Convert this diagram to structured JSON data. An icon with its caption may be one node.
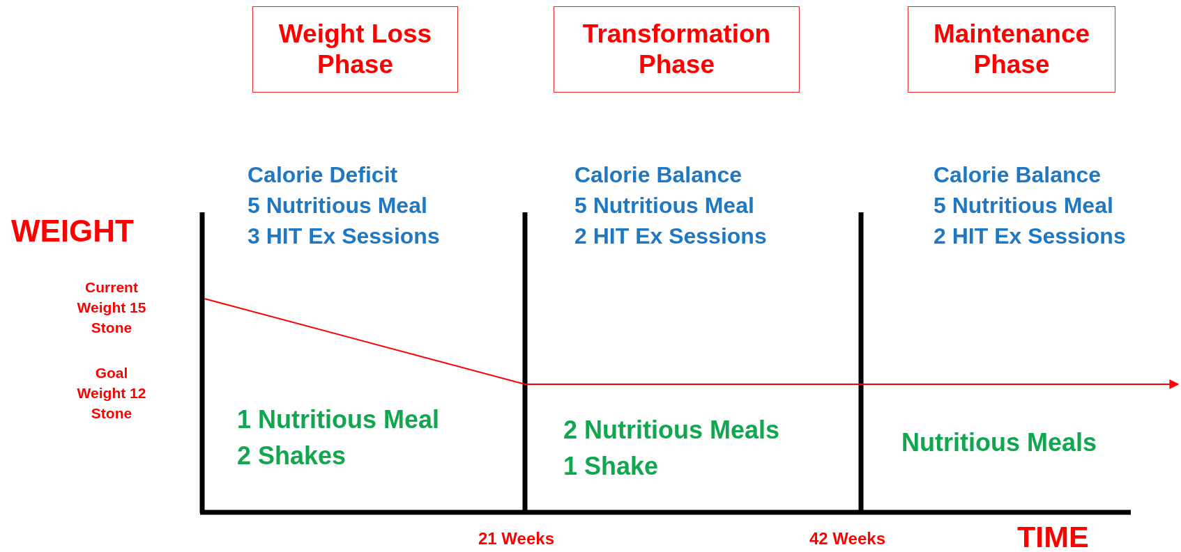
{
  "diagram": {
    "nodes": [
      {
        "text": [
          "Weight Loss Phase"
        ]
      },
      {
        "text": [
          "Transformation Phase"
        ]
      },
      {
        "text": [
          "Maintenance Phase"
        ]
      }
    ],
    "labels": [
      "Calorie Deficit",
      "5 Nutritious Meal",
      "3 HIT Ex Sessions",
      "Calorie Balance",
      "5 Nutritious Meal",
      "2 HIT Ex Sessions",
      "Calorie Balance",
      "5 Nutritious Meal",
      "2 HIT Ex Sessions",
      "WEIGHT",
      "Current Weight 15 Stone",
      "Goal Weight 12 Stone",
      "1 Nutritious Meal",
      "2 Shakes",
      "2 Nutritious Meals",
      "1 Shake",
      "Nutritious Meals",
      "21 Weeks",
      "42 Weeks",
      "TIME"
    ]
  }
}
